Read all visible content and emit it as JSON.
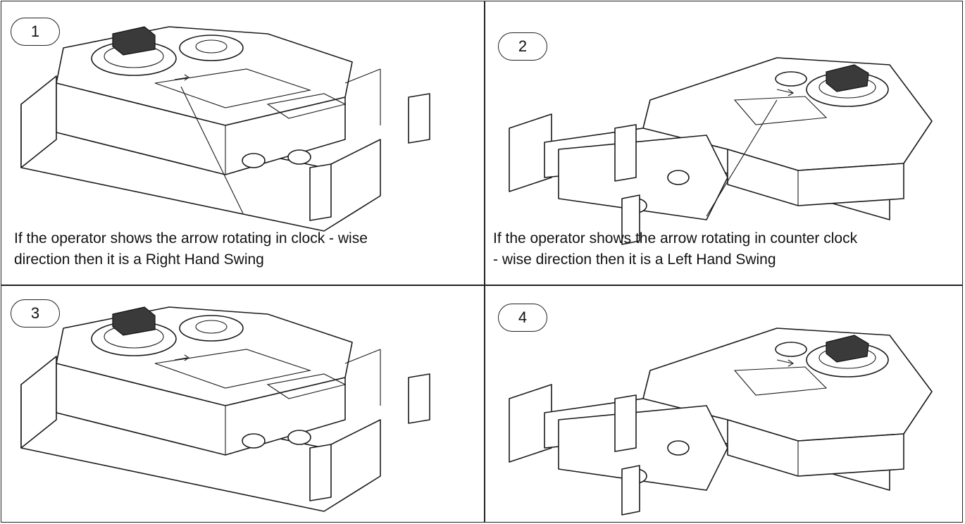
{
  "panels": [
    {
      "number": "1",
      "caption_lines": [
        "If the operator shows the arrow rotating in clock - wise",
        "direction then it is a Right Hand Swing"
      ]
    },
    {
      "number": "2",
      "caption_lines": [
        "If the operator shows the arrow rotating in counter clock",
        "- wise direction then it is a Left Hand Swing"
      ]
    },
    {
      "number": "3",
      "caption_lines": []
    },
    {
      "number": "4",
      "caption_lines": []
    }
  ],
  "colors": {
    "line": "#1a1a1a",
    "knob": "#3a3a3a",
    "background": "#ffffff"
  }
}
